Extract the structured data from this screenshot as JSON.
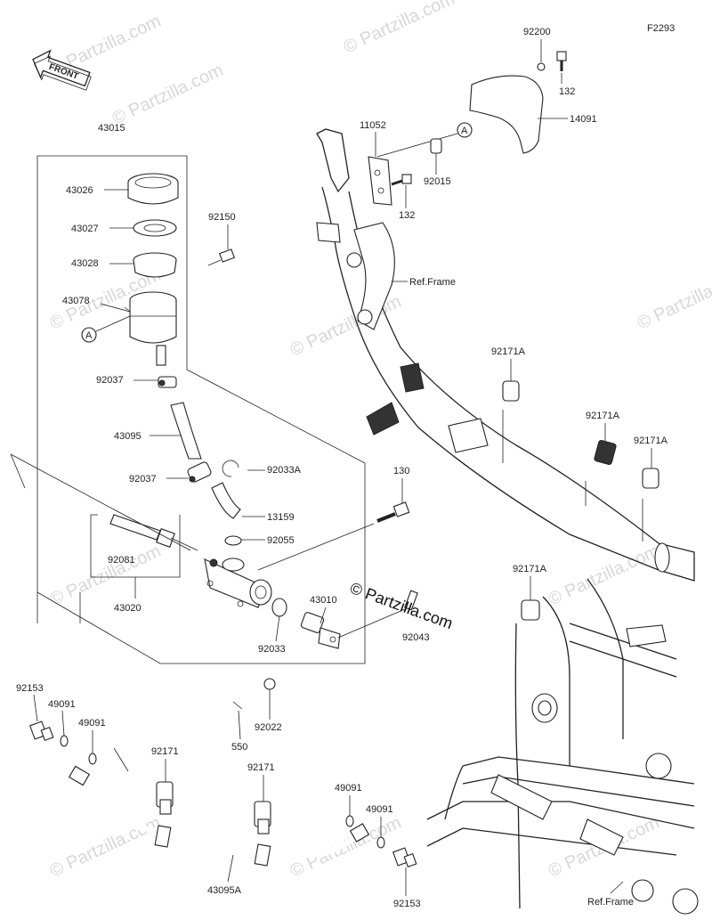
{
  "figure_code": "F2293",
  "front_label": "FRONT",
  "watermark": "© Partzilla.com",
  "center_watermark": "© Partzilla.com",
  "ref_frame_label": "Ref.Frame",
  "callout_a": "A",
  "parts": {
    "p43015": "43015",
    "p43026": "43026",
    "p43027": "43027",
    "p43028": "43028",
    "p43078": "43078",
    "p92150": "92150",
    "p92037a": "92037",
    "p92037b": "92037",
    "p43095": "43095",
    "p92033A": "92033A",
    "p13159": "13159",
    "p92055": "92055",
    "p92081": "92081",
    "p43020": "43020",
    "p92033": "92033",
    "p130": "130",
    "p43010": "43010",
    "p92043": "92043",
    "p92022": "92022",
    "p550": "550",
    "p92153a": "92153",
    "p92153b": "92153",
    "p49091a": "49091",
    "p49091b": "49091",
    "p49091c": "49091",
    "p49091d": "49091",
    "p92171a": "92171",
    "p92171b": "92171",
    "p43095A": "43095A",
    "p92200": "92200",
    "p132a": "132",
    "p132b": "132",
    "p14091": "14091",
    "p11052": "11052",
    "p92015": "92015",
    "p92171A1": "92171A",
    "p92171A2": "92171A",
    "p92171A3": "92171A",
    "p92171A4": "92171A"
  }
}
